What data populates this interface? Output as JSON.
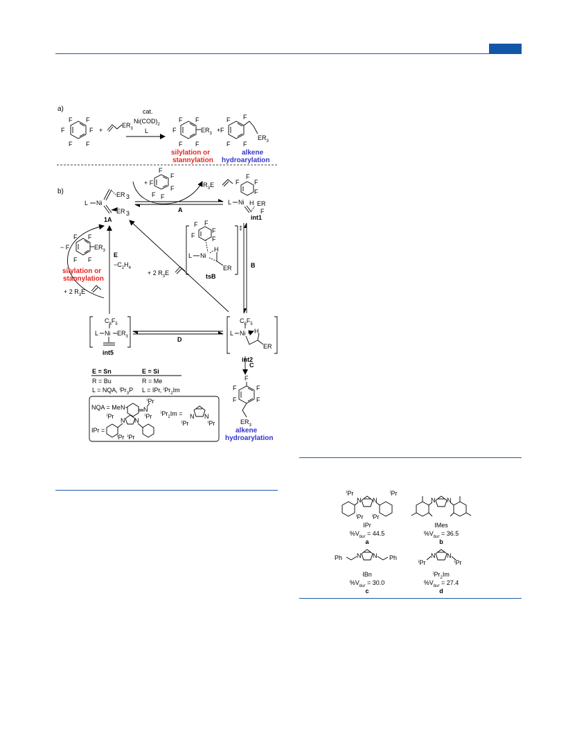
{
  "header": {
    "accent_color": "#1256a8"
  },
  "scheme": {
    "panel_a": {
      "label": "a)",
      "F": "F",
      "plus": "+",
      "ER3": "ER",
      "sub3": "3",
      "cat_line1": "cat.",
      "cat_line2": "Ni(COD)",
      "cat_sub2": "2",
      "cat_line3": "L",
      "product1_line1": "silylation or",
      "product1_line2": "stannylation",
      "product2_line1": "alkene",
      "product2_line2": "hydroarylation"
    },
    "panel_b": {
      "label": "b)",
      "L": "L",
      "Ni": "Ni",
      "H": "H",
      "F": "F",
      "ER3": "ER",
      "sub3": "3",
      "int_1A": "1A",
      "int_int1": "int1",
      "int_tsB": "tsB",
      "int_int2": "int2",
      "int_int5": "int5",
      "step_A": "A",
      "step_B": "B",
      "step_C": "C",
      "step_D": "D",
      "step_E": "E",
      "add_C6F6": "+ F",
      "minus_R3E": "−R",
      "minus_R3E_tail": "E",
      "plus_2R3E": "+ 2 R",
      "plus_2R3E_tail": "E",
      "minus_C2H4": "−C",
      "minus_C2H4_sub1": "2",
      "minus_C2H4_mid": "H",
      "minus_C2H4_sub2": "4",
      "minus_F": "− F",
      "C6F5_a": "C",
      "C6F5_s1": "6",
      "C6F5_b": "F",
      "C6F5_s2": "5",
      "plus_sign": "+",
      "ddagger": "‡",
      "silylation_line1": "silylation or",
      "silylation_line2": "stannylation",
      "hydro_line1": "alkene",
      "hydro_line2": "hydroarylation"
    },
    "legend": {
      "col1_head": "E = Sn",
      "col2_head": "E = Si",
      "col1_R": "R = Bu",
      "col2_R": "R = Me",
      "col1_L": "L = NQA, ",
      "col1_L_pre": "i",
      "col1_L_tail": "Pr",
      "col1_L_sub": "3",
      "col1_L_end": "P",
      "col2_L": "L = IPr, ",
      "col2_L_pre": "i",
      "col2_L_tail": "Pr",
      "col2_L_sub": "2",
      "col2_L_end": "Im",
      "nqa": "NQA = Me",
      "nqa_N": "N",
      "nqa_iPr": "Pr",
      "i": "i",
      "ipr_label": "IPr =",
      "ipr2im_label": "Pr",
      "ipr2im_sub": "2",
      "ipr2im_tail": "Im =",
      "N": "N",
      "Pr": "Pr"
    }
  },
  "figure2": {
    "ligands": [
      {
        "name": "IPr",
        "vbur_prefix": "%V",
        "vbur_sub": "bur",
        "vbur_value": " = 44.5",
        "letter": "a"
      },
      {
        "name": "IMes",
        "vbur_prefix": "%V",
        "vbur_sub": "bur",
        "vbur_value": " = 36.5",
        "letter": "b"
      },
      {
        "name": "IBn",
        "vbur_prefix": "%V",
        "vbur_sub": "bur",
        "vbur_value": " = 30.0",
        "letter": "c"
      },
      {
        "name": "Pr",
        "name_pre": "i",
        "name_sub": "2",
        "name_tail": "Im",
        "vbur_prefix": "%V",
        "vbur_sub": "bur",
        "vbur_value": " = 27.4",
        "letter": "d"
      }
    ],
    "Ph": "Ph",
    "N": "N",
    "Pr": "Pr",
    "i": "i"
  },
  "colors": {
    "rule": "#1a5aa6",
    "red": "#e8231f",
    "blue": "#3333cc"
  }
}
